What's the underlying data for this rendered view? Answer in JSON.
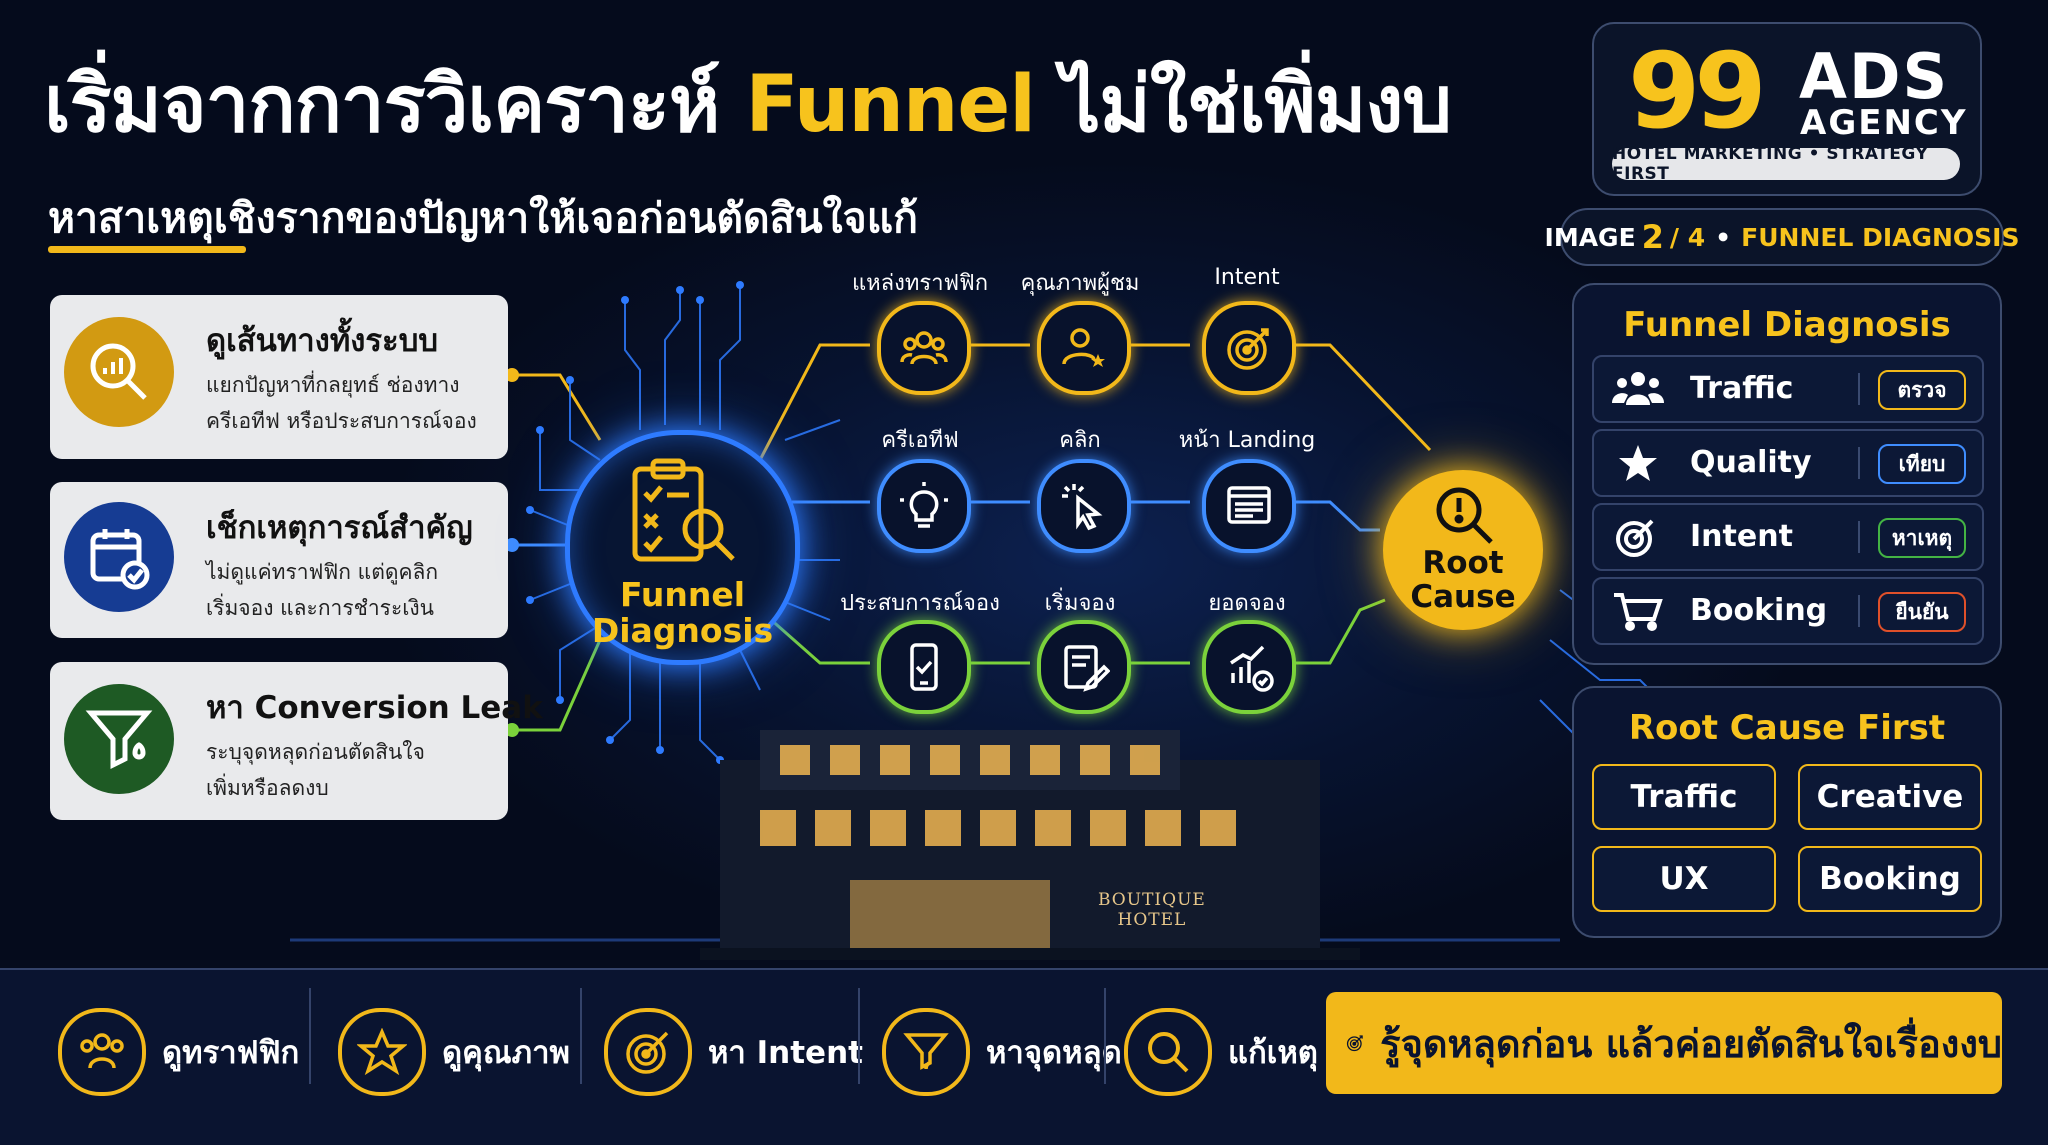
{
  "header": {
    "title_main": "เริ่มจากการวิเคราะห์",
    "title_highlight": "Funnel",
    "title_end": "ไม่ใช่เพิ่มงบ",
    "subtitle": "หาสาเหตุเชิงรากของปัญหาให้เจอก่อนตัดสินใจแก้"
  },
  "brand": {
    "number": "99",
    "ads": "ADS",
    "agency": "AGENCY",
    "tagline": "HOTEL MARKETING • STRATEGY FIRST"
  },
  "image_pill": {
    "prefix": "IMAGE",
    "current": "2",
    "total": "/ 4",
    "separator": "•",
    "label": "FUNNEL DIAGNOSIS"
  },
  "cards": [
    {
      "title": "ดูเส้นทางทั้งระบบ",
      "line1": "แยกปัญหาที่กลยุทธ์ ช่องทาง",
      "line2": "ครีเอทีฟ หรือประสบการณ์จอง",
      "icon": "search-chart-icon",
      "color": "#d29a12"
    },
    {
      "title": "เช็กเหตุการณ์สำคัญ",
      "line1": "ไม่ดูแค่ทราฟฟิก แต่ดูคลิก",
      "line2": "เริ่มจอง และการชำระเงิน",
      "icon": "calendar-check-icon",
      "color": "#163c93"
    },
    {
      "title": "หา Conversion Leak",
      "line1": "ระบุจุดหลุดก่อนตัดสินใจ",
      "line2": "เพิ่มหรือลดงบ",
      "icon": "funnel-leak-icon",
      "color": "#1e5a24"
    }
  ],
  "hub": {
    "line1": "Funnel",
    "line2": "Diagnosis",
    "icon": "clipboard-search-icon"
  },
  "flow": {
    "row1": [
      {
        "label": "แหล่งทราฟฟิก",
        "icon": "users-icon"
      },
      {
        "label": "คุณภาพผู้ชม",
        "icon": "user-star-icon"
      },
      {
        "label": "Intent",
        "icon": "target-icon"
      }
    ],
    "row2": [
      {
        "label": "ครีเอทีฟ",
        "icon": "lightbulb-icon"
      },
      {
        "label": "คลิก",
        "icon": "cursor-click-icon"
      },
      {
        "label": "หน้า Landing",
        "icon": "browser-window-icon"
      }
    ],
    "row3": [
      {
        "label": "ประสบการณ์จอง",
        "icon": "phone-check-icon"
      },
      {
        "label": "เริ่มจอง",
        "icon": "form-edit-icon"
      },
      {
        "label": "ยอดจอง",
        "icon": "chart-check-icon"
      }
    ]
  },
  "root_cause": {
    "line1": "Root",
    "line2": "Cause",
    "icon": "alert-search-icon"
  },
  "diagnosis_panel": {
    "title": "Funnel Diagnosis",
    "rows": [
      {
        "label": "Traffic",
        "badge": "ตรวจ",
        "icon": "users-icon",
        "badge_color": "#f2b81a"
      },
      {
        "label": "Quality",
        "badge": "เทียบ",
        "icon": "star-icon",
        "badge_color": "#3f8dff"
      },
      {
        "label": "Intent",
        "badge": "หาเหตุ",
        "icon": "target-icon",
        "badge_color": "#44b344"
      },
      {
        "label": "Booking",
        "badge": "ยืนยัน",
        "icon": "cart-icon",
        "badge_color": "#e0502a"
      }
    ]
  },
  "root_panel": {
    "title": "Root Cause First",
    "buttons": [
      "Traffic",
      "Creative",
      "UX",
      "Booking"
    ]
  },
  "hotel_sign": {
    "line1": "BOUTIQUE",
    "line2": "HOTEL"
  },
  "bottom_bar": {
    "items": [
      {
        "label": "ดูทราฟฟิก",
        "icon": "users-icon"
      },
      {
        "label": "ดูคุณภาพ",
        "icon": "star-icon"
      },
      {
        "label": "หา Intent",
        "icon": "target-icon"
      },
      {
        "label": "หาจุดหลุด",
        "icon": "funnel-drop-icon"
      },
      {
        "label": "แก้เหตุ",
        "icon": "search-icon"
      }
    ],
    "cta": "รู้จุดหลุดก่อน แล้วค่อยตัดสินใจเรื่องงบ"
  },
  "colors": {
    "accent": "#f2b81a",
    "blue": "#3f8dff",
    "green": "#7bd23b",
    "background": "#050b1c"
  }
}
